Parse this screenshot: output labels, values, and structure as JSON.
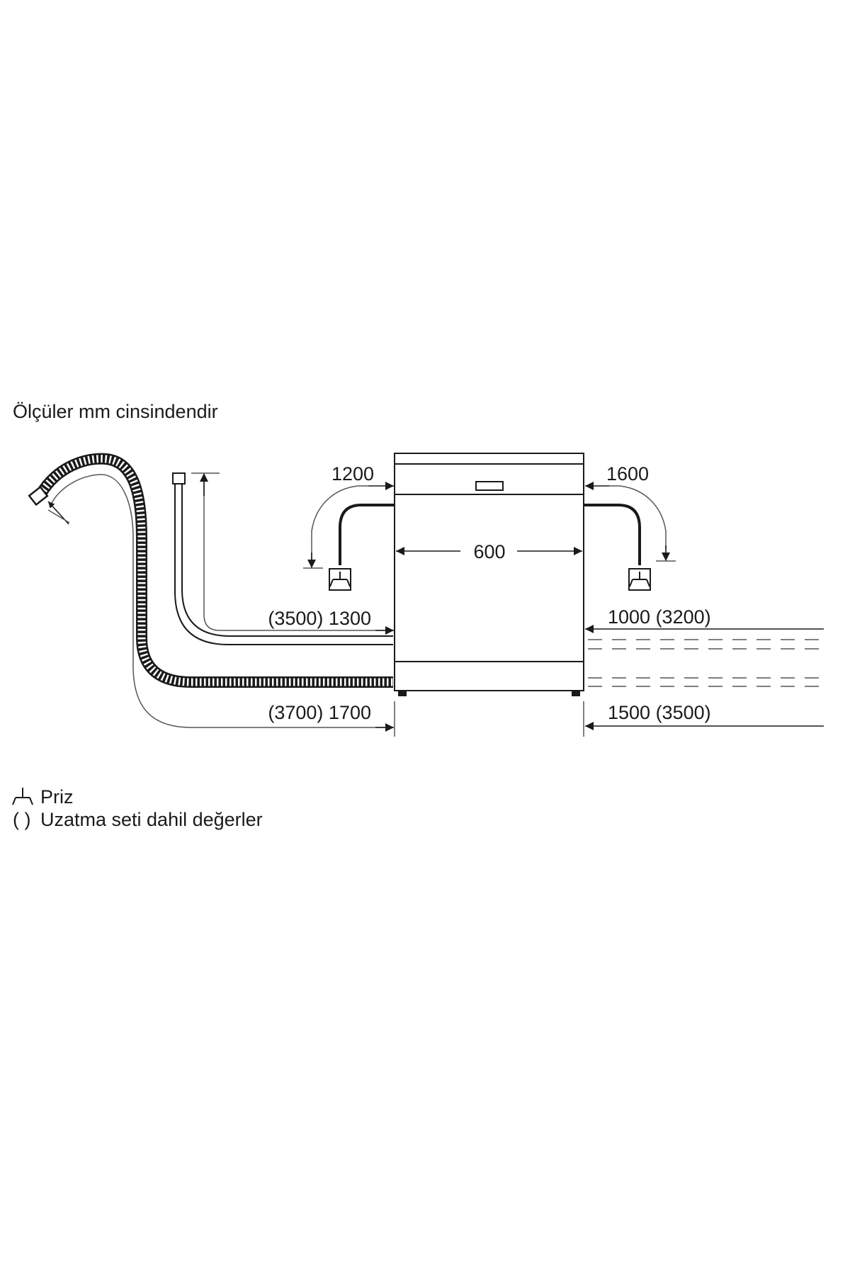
{
  "heading": "Ölçüler mm cinsindendir",
  "dimensions": {
    "left_cable": "1200",
    "right_cable": "1600",
    "width": "600",
    "left_inlet": "(3500) 1300",
    "right_inlet": "1000 (3200)",
    "left_drain": "(3700) 1700",
    "right_drain": "1500 (3500)"
  },
  "legend": {
    "outlet_label": "Priz",
    "extension_symbol": "( )",
    "extension_label": "Uzatma seti dahil değerler"
  },
  "icons": {
    "outlet": "power-outlet-icon"
  }
}
